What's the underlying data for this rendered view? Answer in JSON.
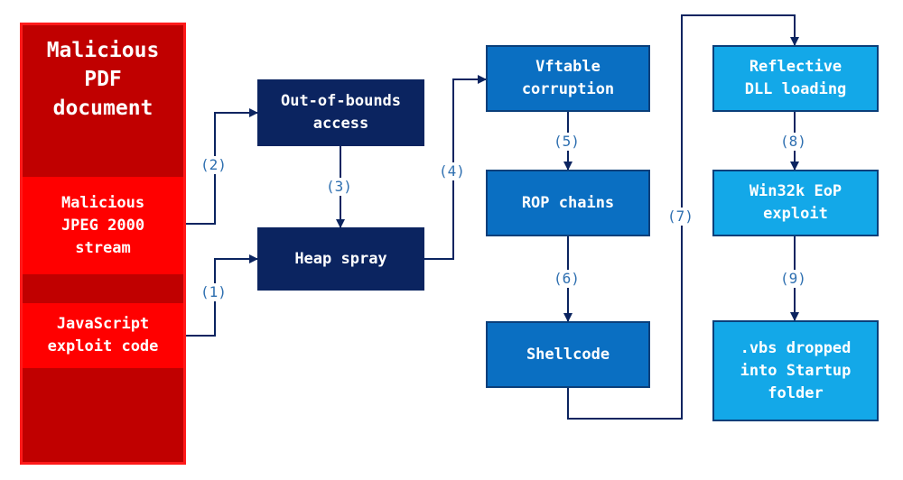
{
  "pdf": {
    "title": "Malicious\nPDF\ndocument",
    "jpeg_stream": "Malicious\nJPEG 2000\nstream",
    "javascript": "JavaScript\nexploit code"
  },
  "nodes": {
    "out_of_bounds": "Out-of-bounds\naccess",
    "heap_spray": "Heap spray",
    "vftable": "Vftable\ncorruption",
    "rop": "ROP chains",
    "shellcode": "Shellcode",
    "reflective_dll": "Reflective\nDLL loading",
    "win32k": "Win32k EoP\nexploit",
    "vbs": ".vbs dropped\ninto Startup\nfolder"
  },
  "steps": {
    "s1": "(1)",
    "s2": "(2)",
    "s3": "(3)",
    "s4": "(4)",
    "s5": "(5)",
    "s6": "(6)",
    "s7": "(7)",
    "s8": "(8)",
    "s9": "(9)"
  },
  "colors": {
    "pdf_dark_red": "#c00000",
    "pdf_bright_red": "#ff0000",
    "node_dark_navy": "#0b2460",
    "node_mid_blue": "#0a6fc2",
    "node_light_blue": "#13a8e8",
    "edge_navy": "#0b2460",
    "step_label": "#2e6fb0"
  }
}
